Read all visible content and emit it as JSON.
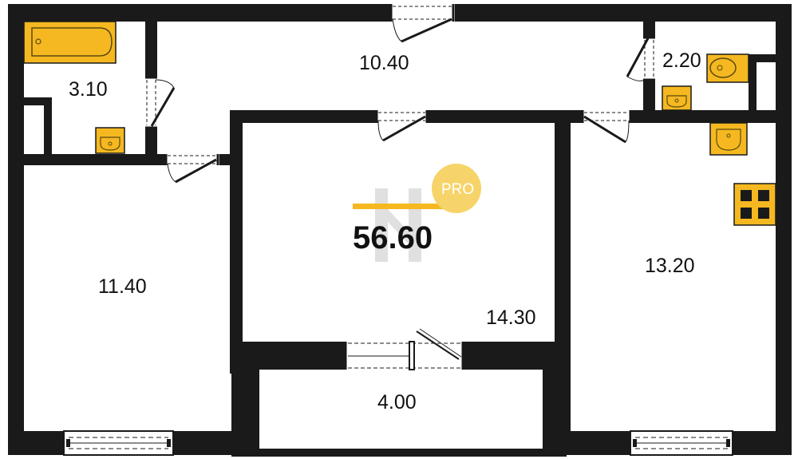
{
  "plan": {
    "total_area": "56.60",
    "badge": "PRO",
    "rooms": [
      {
        "id": "bathroom",
        "area": "3.10"
      },
      {
        "id": "hallway",
        "area": "10.40"
      },
      {
        "id": "toilet",
        "area": "2.20"
      },
      {
        "id": "bedroom-left",
        "area": "11.40"
      },
      {
        "id": "living-room",
        "area": "14.30"
      },
      {
        "id": "kitchen",
        "area": "13.20"
      },
      {
        "id": "balcony",
        "area": "4.00"
      }
    ]
  },
  "colors": {
    "wall": "#1a1a1a",
    "fixture": "#f5b820",
    "fixture_outline": "#5a4a10",
    "logo_bar": "#f5b820",
    "logo_watermark": "#d8d8d8",
    "badge_bg": "#f7d46a",
    "floor": "#ffffff"
  },
  "icons": [
    "bathtub-icon",
    "sink-icon",
    "toilet-icon",
    "stove-icon",
    "door-icon",
    "window-icon",
    "logo-icon"
  ]
}
